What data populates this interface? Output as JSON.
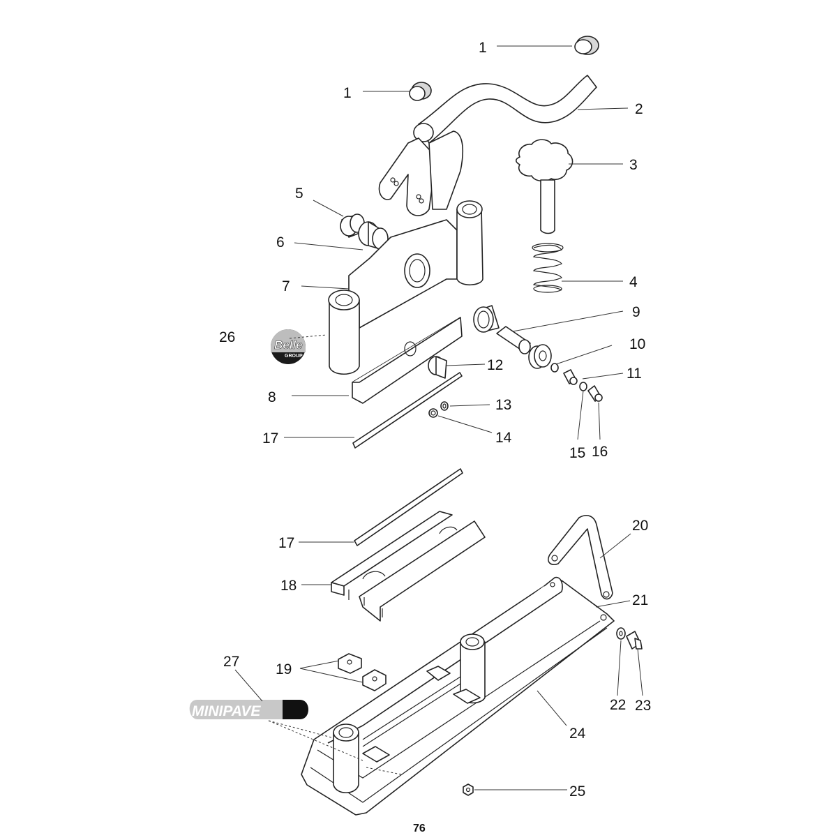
{
  "diagram": {
    "page_number": "76",
    "callouts": [
      {
        "id": "c1a",
        "text": "1"
      },
      {
        "id": "c1b",
        "text": "1"
      },
      {
        "id": "c2",
        "text": "2"
      },
      {
        "id": "c3",
        "text": "3"
      },
      {
        "id": "c4",
        "text": "4"
      },
      {
        "id": "c5",
        "text": "5"
      },
      {
        "id": "c6",
        "text": "6"
      },
      {
        "id": "c7",
        "text": "7"
      },
      {
        "id": "c8",
        "text": "8"
      },
      {
        "id": "c9",
        "text": "9"
      },
      {
        "id": "c10",
        "text": "10"
      },
      {
        "id": "c11",
        "text": "11"
      },
      {
        "id": "c12",
        "text": "12"
      },
      {
        "id": "c13",
        "text": "13"
      },
      {
        "id": "c14",
        "text": "14"
      },
      {
        "id": "c15",
        "text": "15"
      },
      {
        "id": "c16",
        "text": "16"
      },
      {
        "id": "c17a",
        "text": "17"
      },
      {
        "id": "c17b",
        "text": "17"
      },
      {
        "id": "c18",
        "text": "18"
      },
      {
        "id": "c19",
        "text": "19"
      },
      {
        "id": "c20",
        "text": "20"
      },
      {
        "id": "c21",
        "text": "21"
      },
      {
        "id": "c22",
        "text": "22"
      },
      {
        "id": "c23",
        "text": "23"
      },
      {
        "id": "c24",
        "text": "24"
      },
      {
        "id": "c25",
        "text": "25"
      },
      {
        "id": "c26",
        "text": "26"
      },
      {
        "id": "c27",
        "text": "27"
      }
    ],
    "belle_logo": {
      "brand": "Belle",
      "tagline": "GROUP",
      "color": "#1a1a1a"
    },
    "minipave_logo": {
      "brand": "MINIPAVE",
      "color": "#c8c8c8",
      "tab_color": "#111111"
    }
  }
}
